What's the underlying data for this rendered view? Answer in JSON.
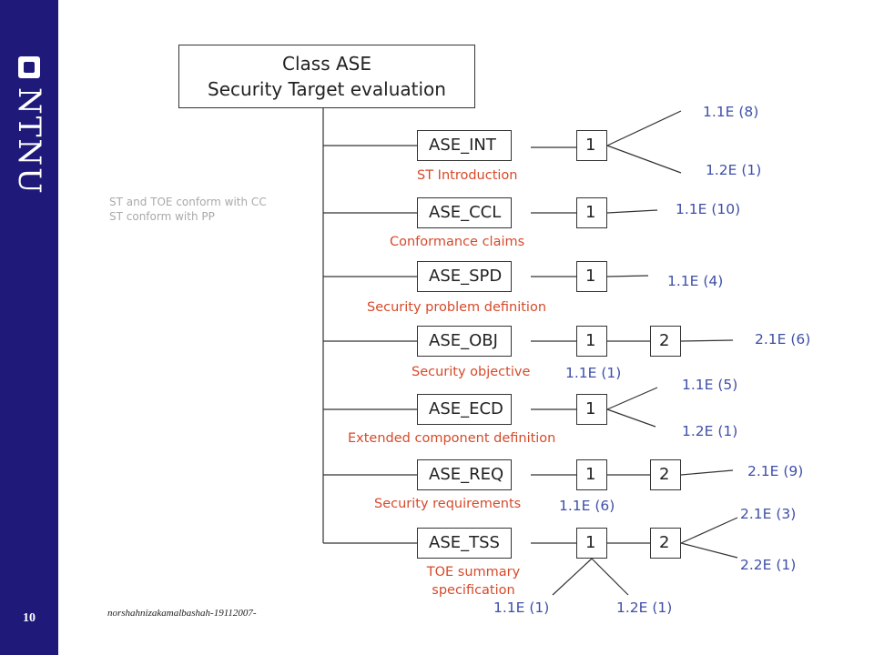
{
  "sidebar": {
    "logo": "NTNU",
    "page_number": "10"
  },
  "footer": {
    "author": "norshahnizakamalbashah-19112007-"
  },
  "title": {
    "line1": "Class ASE",
    "line2": "Security Target evaluation"
  },
  "side_note": {
    "line1": "ST and TOE conform with CC",
    "line2": "ST conform with PP"
  },
  "families": [
    {
      "name": "ASE_INT",
      "desc": "ST Introduction",
      "levels": [
        "1"
      ]
    },
    {
      "name": "ASE_CCL",
      "desc": "Conformance claims",
      "levels": [
        "1"
      ]
    },
    {
      "name": "ASE_SPD",
      "desc": "Security problem definition",
      "levels": [
        "1"
      ]
    },
    {
      "name": "ASE_OBJ",
      "desc": "Security objective",
      "levels": [
        "1",
        "2"
      ]
    },
    {
      "name": "ASE_ECD",
      "desc": "Extended component definition",
      "levels": [
        "1"
      ]
    },
    {
      "name": "ASE_REQ",
      "desc": "Security requirements",
      "levels": [
        "1",
        "2"
      ]
    },
    {
      "name": "ASE_TSS",
      "desc_line1": "TOE summary",
      "desc_line2": "specification",
      "levels": [
        "1",
        "2"
      ]
    }
  ],
  "elements": {
    "int_a": "1.1E (8)",
    "int_b": "1.2E (1)",
    "ccl_a": "1.1E (10)",
    "spd_a": "1.1E (4)",
    "obj_1": "1.1E (1)",
    "obj_2": "2.1E (6)",
    "ecd_a": "1.1E (5)",
    "ecd_b": "1.2E (1)",
    "req_1": "1.1E (6)",
    "req_2": "2.1E (9)",
    "tss_2a": "2.1E (3)",
    "tss_2b": "2.2E (1)",
    "tss_1a": "1.1E (1)",
    "tss_1b": "1.2E (1)"
  },
  "colors": {
    "sidebar": "#1f1a7a",
    "description": "#d64a2a",
    "element": "#3f4fa8",
    "note": "#a9a9a9"
  }
}
